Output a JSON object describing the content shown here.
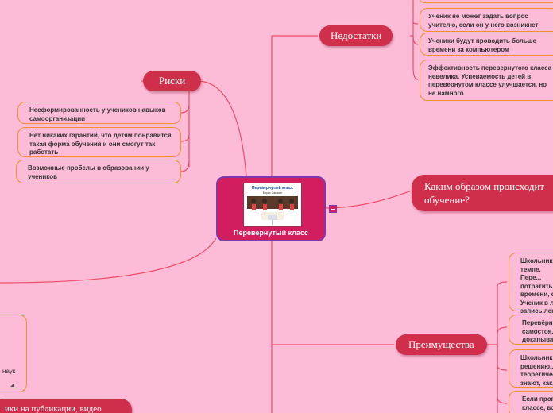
{
  "central": {
    "label": "Перевернутый класс",
    "image_title": "Перевернутый класс",
    "image_subtitle": "Борис Сакасин"
  },
  "branches": {
    "disadvantages": {
      "label": "Недостатки",
      "items": [
        "Ученик не может задать вопрос учителю, если он у него возникнет",
        "Ученики будут проводить больше времени за компьютером",
        "Эффективность перевернутого класса невелика. Успеваемость детей в перевернутом классе улучшается, но не намного"
      ]
    },
    "risks": {
      "label": "Риски",
      "items": [
        "Несформированность у учеников навыков самоорганизации",
        "Нет никаких гарантий, что детям понравится такая форма обучения и они смогут так работать",
        "Возможные пробелы в образовании у учеников"
      ]
    },
    "how": {
      "label": "Каким образом происходит обучение?"
    },
    "advantages": {
      "label": "Преимущества",
      "items": [
        "Школьники... темпе. Пере... потратить... времени, с... Ученик в л... запись лек... назад.",
        "Перевёрн... самостоя... докапыва...",
        "Школьник... решению... теоретичес... знают, как...",
        "Если прог... классе, вс..."
      ]
    },
    "left_partial": {
      "text": "наук"
    },
    "bottom_partial": {
      "label": "ики на публикации, видео"
    }
  }
}
